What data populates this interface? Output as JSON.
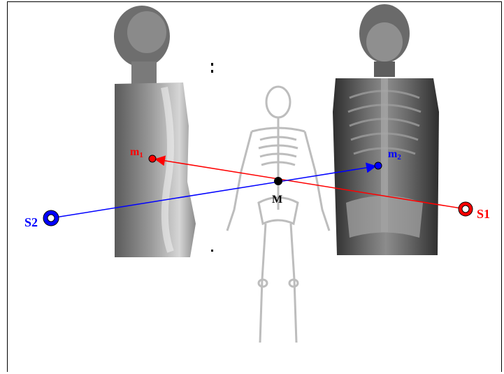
{
  "labels": {
    "m1_base": "m",
    "m1_sub": "1",
    "m2_base": "m",
    "m2_sub": "2",
    "midpoint": "M",
    "source1": "S1",
    "source2": "S2"
  },
  "colors": {
    "ray1": "#ff0000",
    "ray2": "#0000ff",
    "midpoint": "#000000",
    "skeleton": "#bdbdbd",
    "xray_dark": "#3a3a3a",
    "xray_light": "#d8d8d8"
  },
  "icons": [
    "lateral-xray-image",
    "frontal-xray-image",
    "skeleton-figure",
    "source-1-marker",
    "source-2-marker"
  ]
}
